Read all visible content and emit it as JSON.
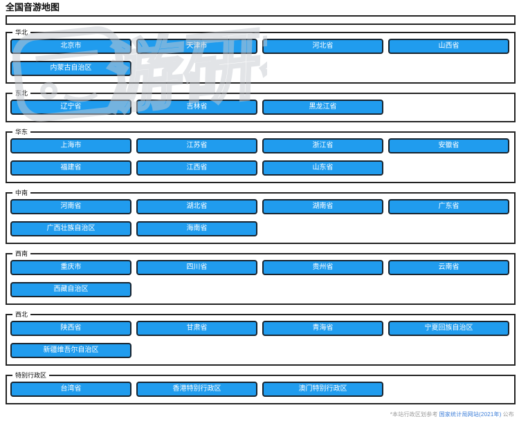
{
  "title": "全国音游地图",
  "watermark_text": "游研社",
  "sections": [
    {
      "label": "华北",
      "items": [
        "北京市",
        "天津市",
        "河北省",
        "山西省",
        "内蒙古自治区"
      ]
    },
    {
      "label": "东北",
      "items": [
        "辽宁省",
        "吉林省",
        "黑龙江省"
      ]
    },
    {
      "label": "华东",
      "items": [
        "上海市",
        "江苏省",
        "浙江省",
        "安徽省",
        "福建省",
        "江西省",
        "山东省"
      ]
    },
    {
      "label": "中南",
      "items": [
        "河南省",
        "湖北省",
        "湖南省",
        "广东省",
        "广西壮族自治区",
        "海南省"
      ]
    },
    {
      "label": "西南",
      "items": [
        "重庆市",
        "四川省",
        "贵州省",
        "云南省",
        "西藏自治区"
      ]
    },
    {
      "label": "西北",
      "items": [
        "陕西省",
        "甘肃省",
        "青海省",
        "宁夏回族自治区",
        "新疆维吾尔自治区"
      ]
    },
    {
      "label": "特别行政区",
      "items": [
        "台湾省",
        "香港特别行政区",
        "澳门特别行政区"
      ]
    }
  ],
  "footer": {
    "prefix": "*本站行政区划参考",
    "link_text": "国家统计局网站(2021年)",
    "suffix": "公布"
  },
  "colors": {
    "button_bg": "#209cee",
    "button_border": "#17232e",
    "button_text": "#ffffff",
    "box_border": "#222222",
    "link_color": "#3b7dd8"
  }
}
